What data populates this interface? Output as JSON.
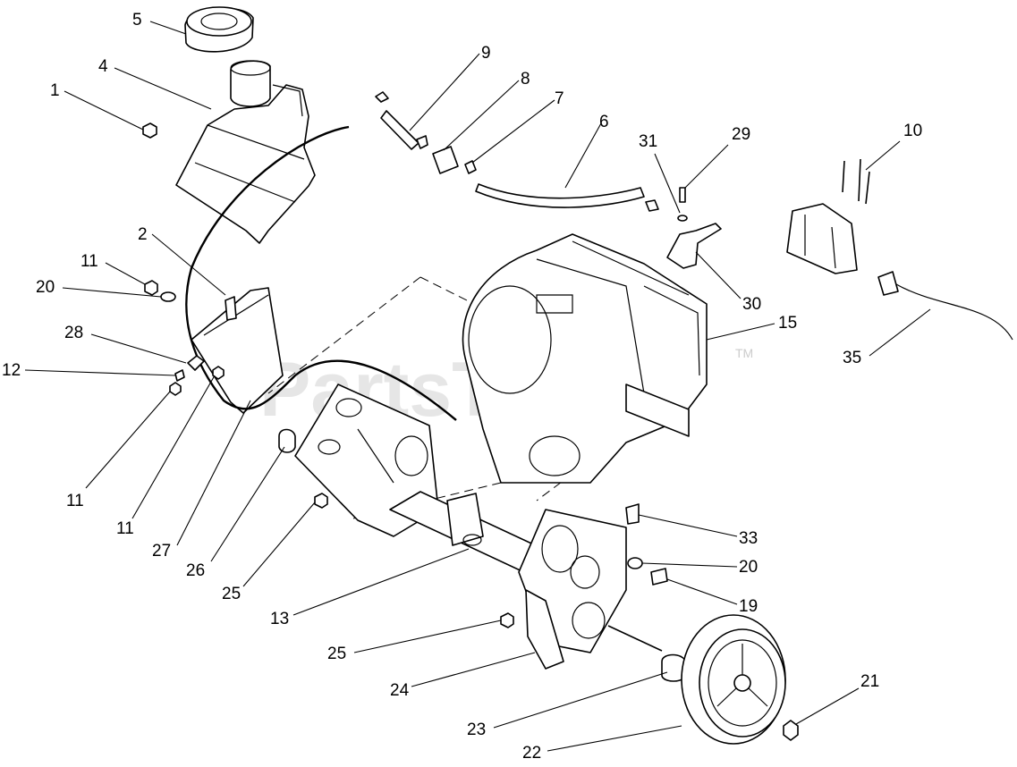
{
  "watermark": {
    "text": "PartsTree",
    "trademark": "TM"
  },
  "callouts": [
    "5",
    "4",
    "1",
    "9",
    "8",
    "7",
    "6",
    "31",
    "29",
    "10",
    "2",
    "11",
    "20",
    "28",
    "12",
    "30",
    "15",
    "35",
    "11",
    "11",
    "27",
    "26",
    "25",
    "33",
    "20",
    "19",
    "13",
    "25",
    "24",
    "21",
    "23",
    "22"
  ]
}
